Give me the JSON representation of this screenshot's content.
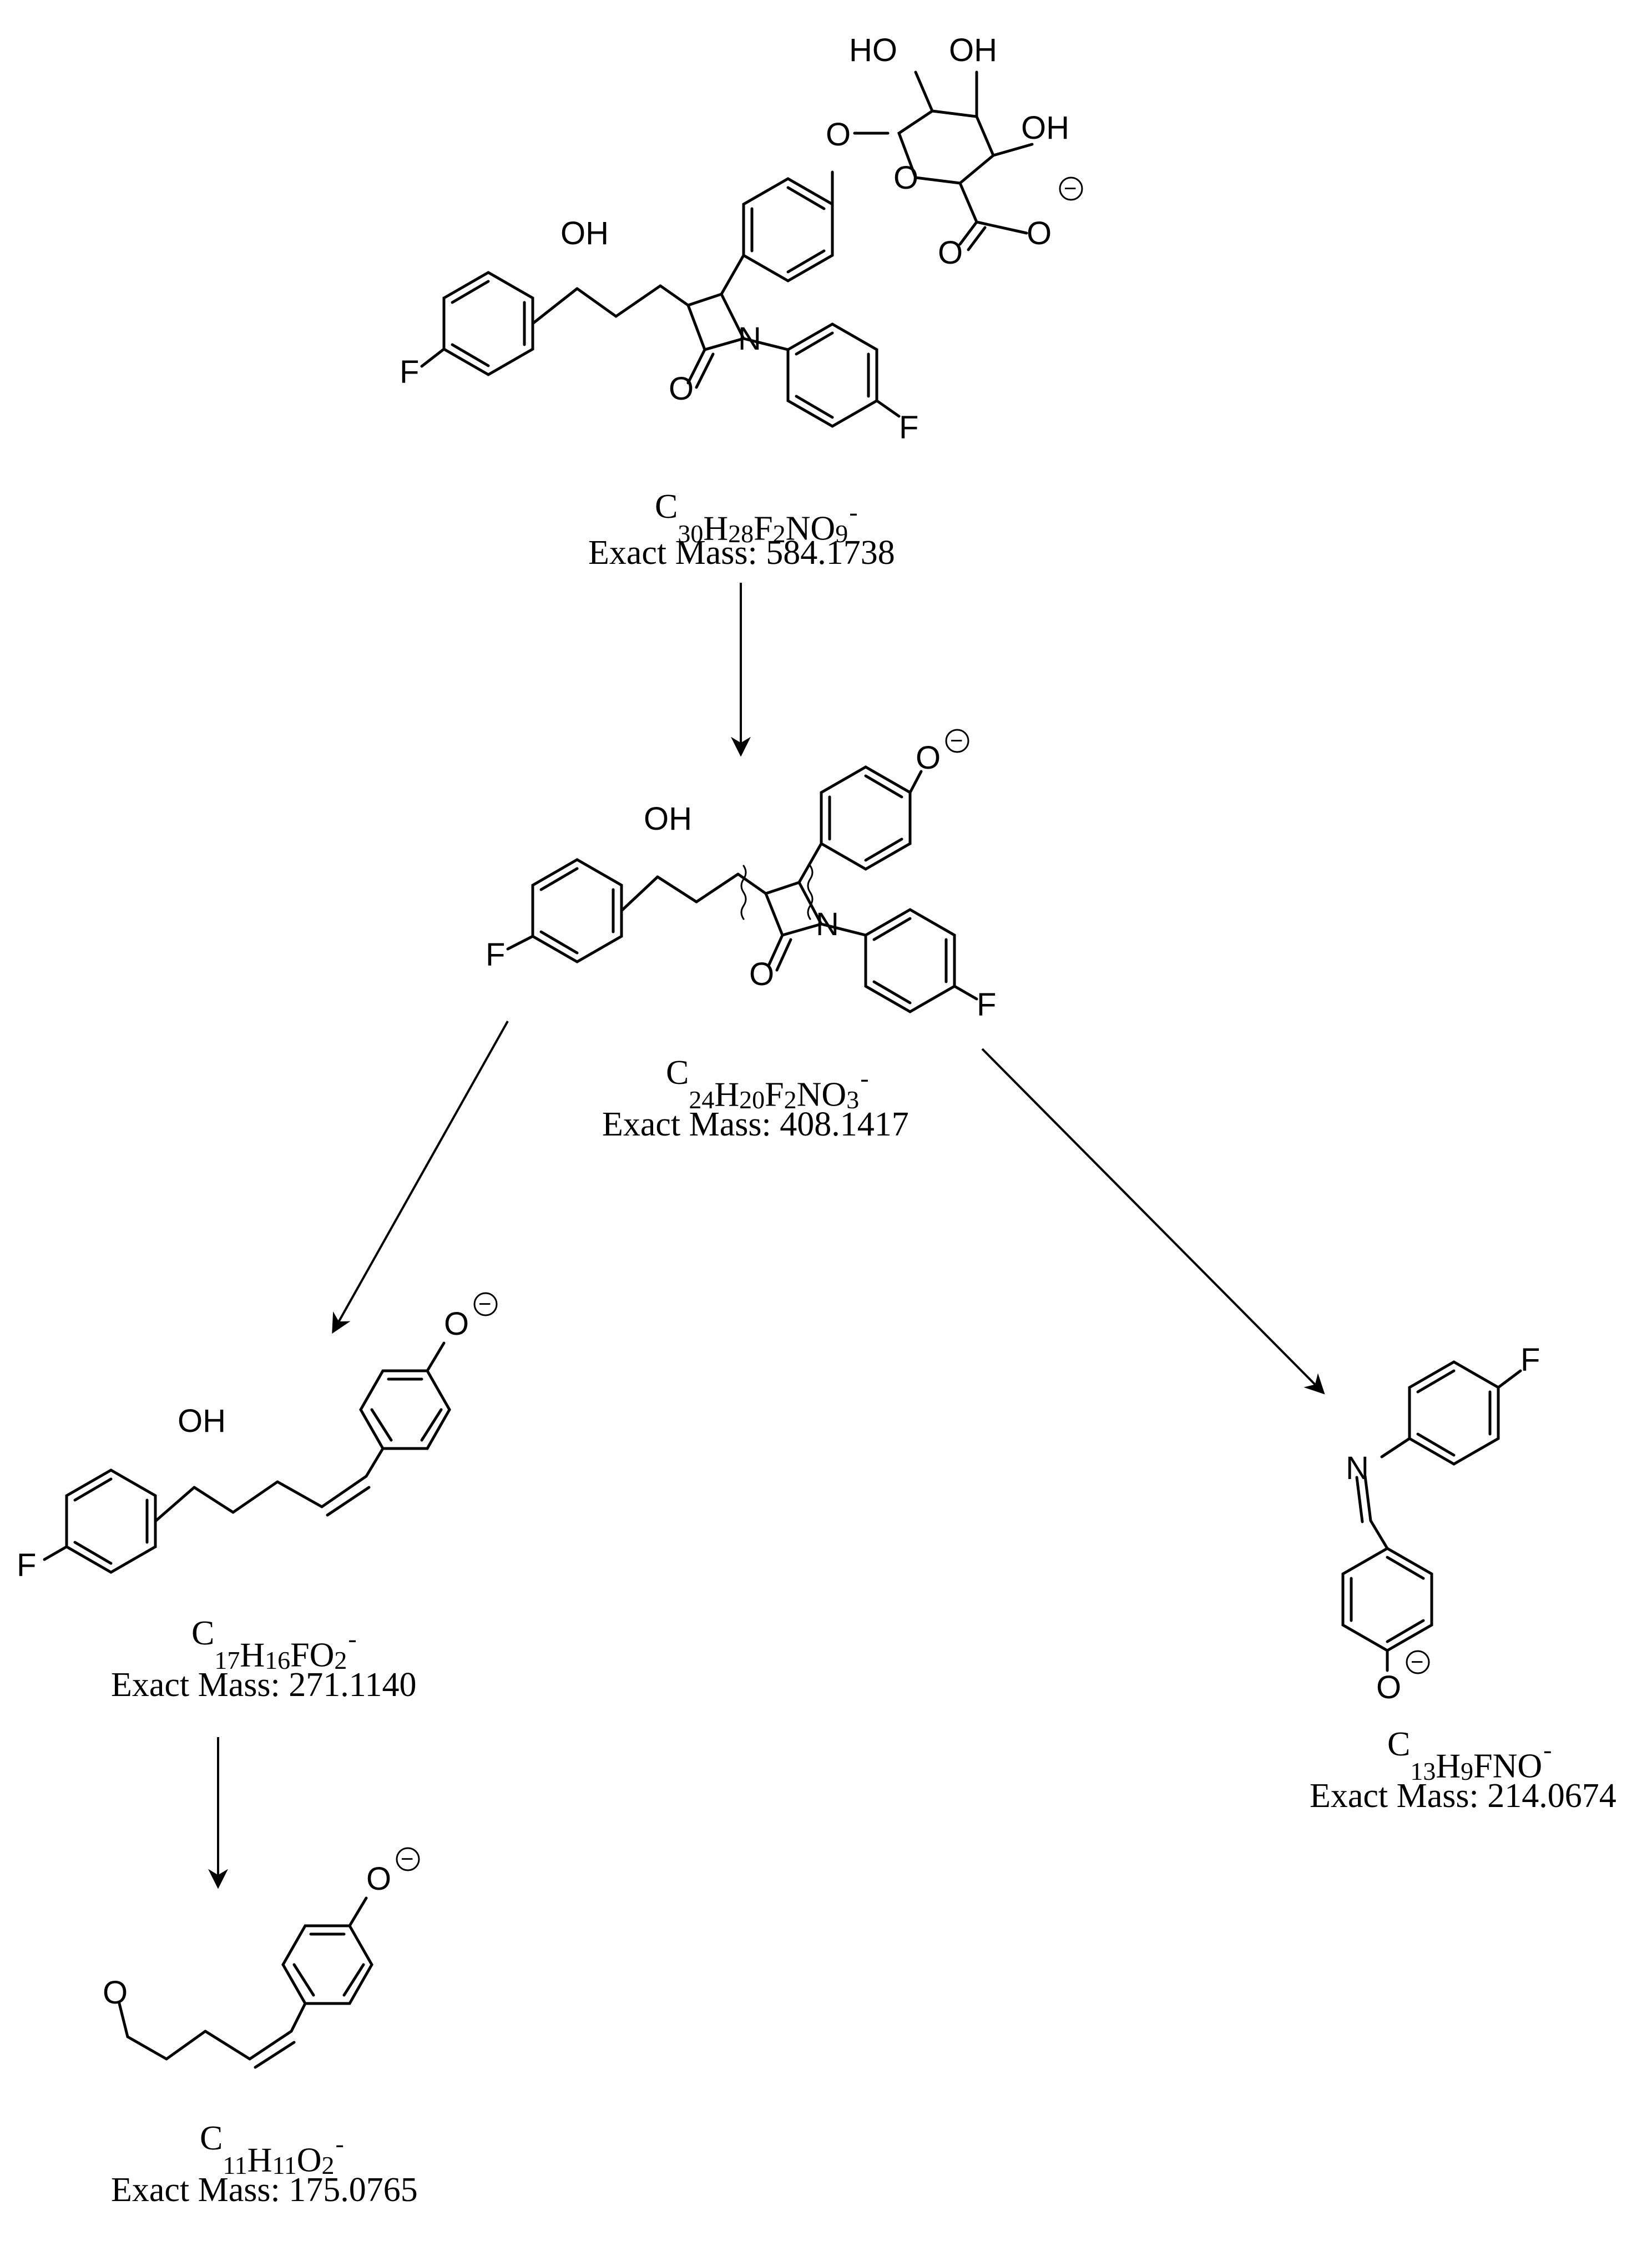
{
  "compounds": [
    {
      "id": "parent",
      "formula": [
        "C",
        "30",
        "H",
        "28",
        "F",
        "2",
        "NO",
        "9",
        "-"
      ],
      "mass_label": "Exact Mass: 584.1738",
      "atoms": [
        "HO",
        "OH",
        "OH",
        "O",
        "O",
        "O",
        "O",
        "OH",
        "N",
        "O",
        "F",
        "F"
      ],
      "charges": [
        "-"
      ]
    },
    {
      "id": "aglycone",
      "formula": [
        "C",
        "24",
        "H",
        "20",
        "F",
        "2",
        "NO",
        "3",
        "-"
      ],
      "mass_label": "Exact Mass: 408.1417",
      "atoms": [
        "O",
        "OH",
        "N",
        "O",
        "F",
        "F"
      ],
      "charges": [
        "-"
      ]
    },
    {
      "id": "fragment-left",
      "formula": [
        "C",
        "17",
        "H",
        "16",
        "FO",
        "2",
        "-"
      ],
      "mass_label": "Exact Mass: 271.1140",
      "atoms": [
        "O",
        "OH",
        "F"
      ],
      "charges": [
        "-"
      ]
    },
    {
      "id": "fragment-right",
      "formula": [
        "C",
        "13",
        "H",
        "9",
        "FNO",
        "-"
      ],
      "mass_label": "Exact Mass: 214.0674",
      "atoms": [
        "F",
        "N",
        "O"
      ],
      "charges": [
        "-"
      ]
    },
    {
      "id": "fragment-bottom",
      "formula": [
        "C",
        "11",
        "H",
        "11",
        "O",
        "2",
        "-"
      ],
      "mass_label": "Exact Mass: 175.0765",
      "atoms": [
        "O",
        "O"
      ],
      "charges": [
        "-"
      ]
    }
  ]
}
